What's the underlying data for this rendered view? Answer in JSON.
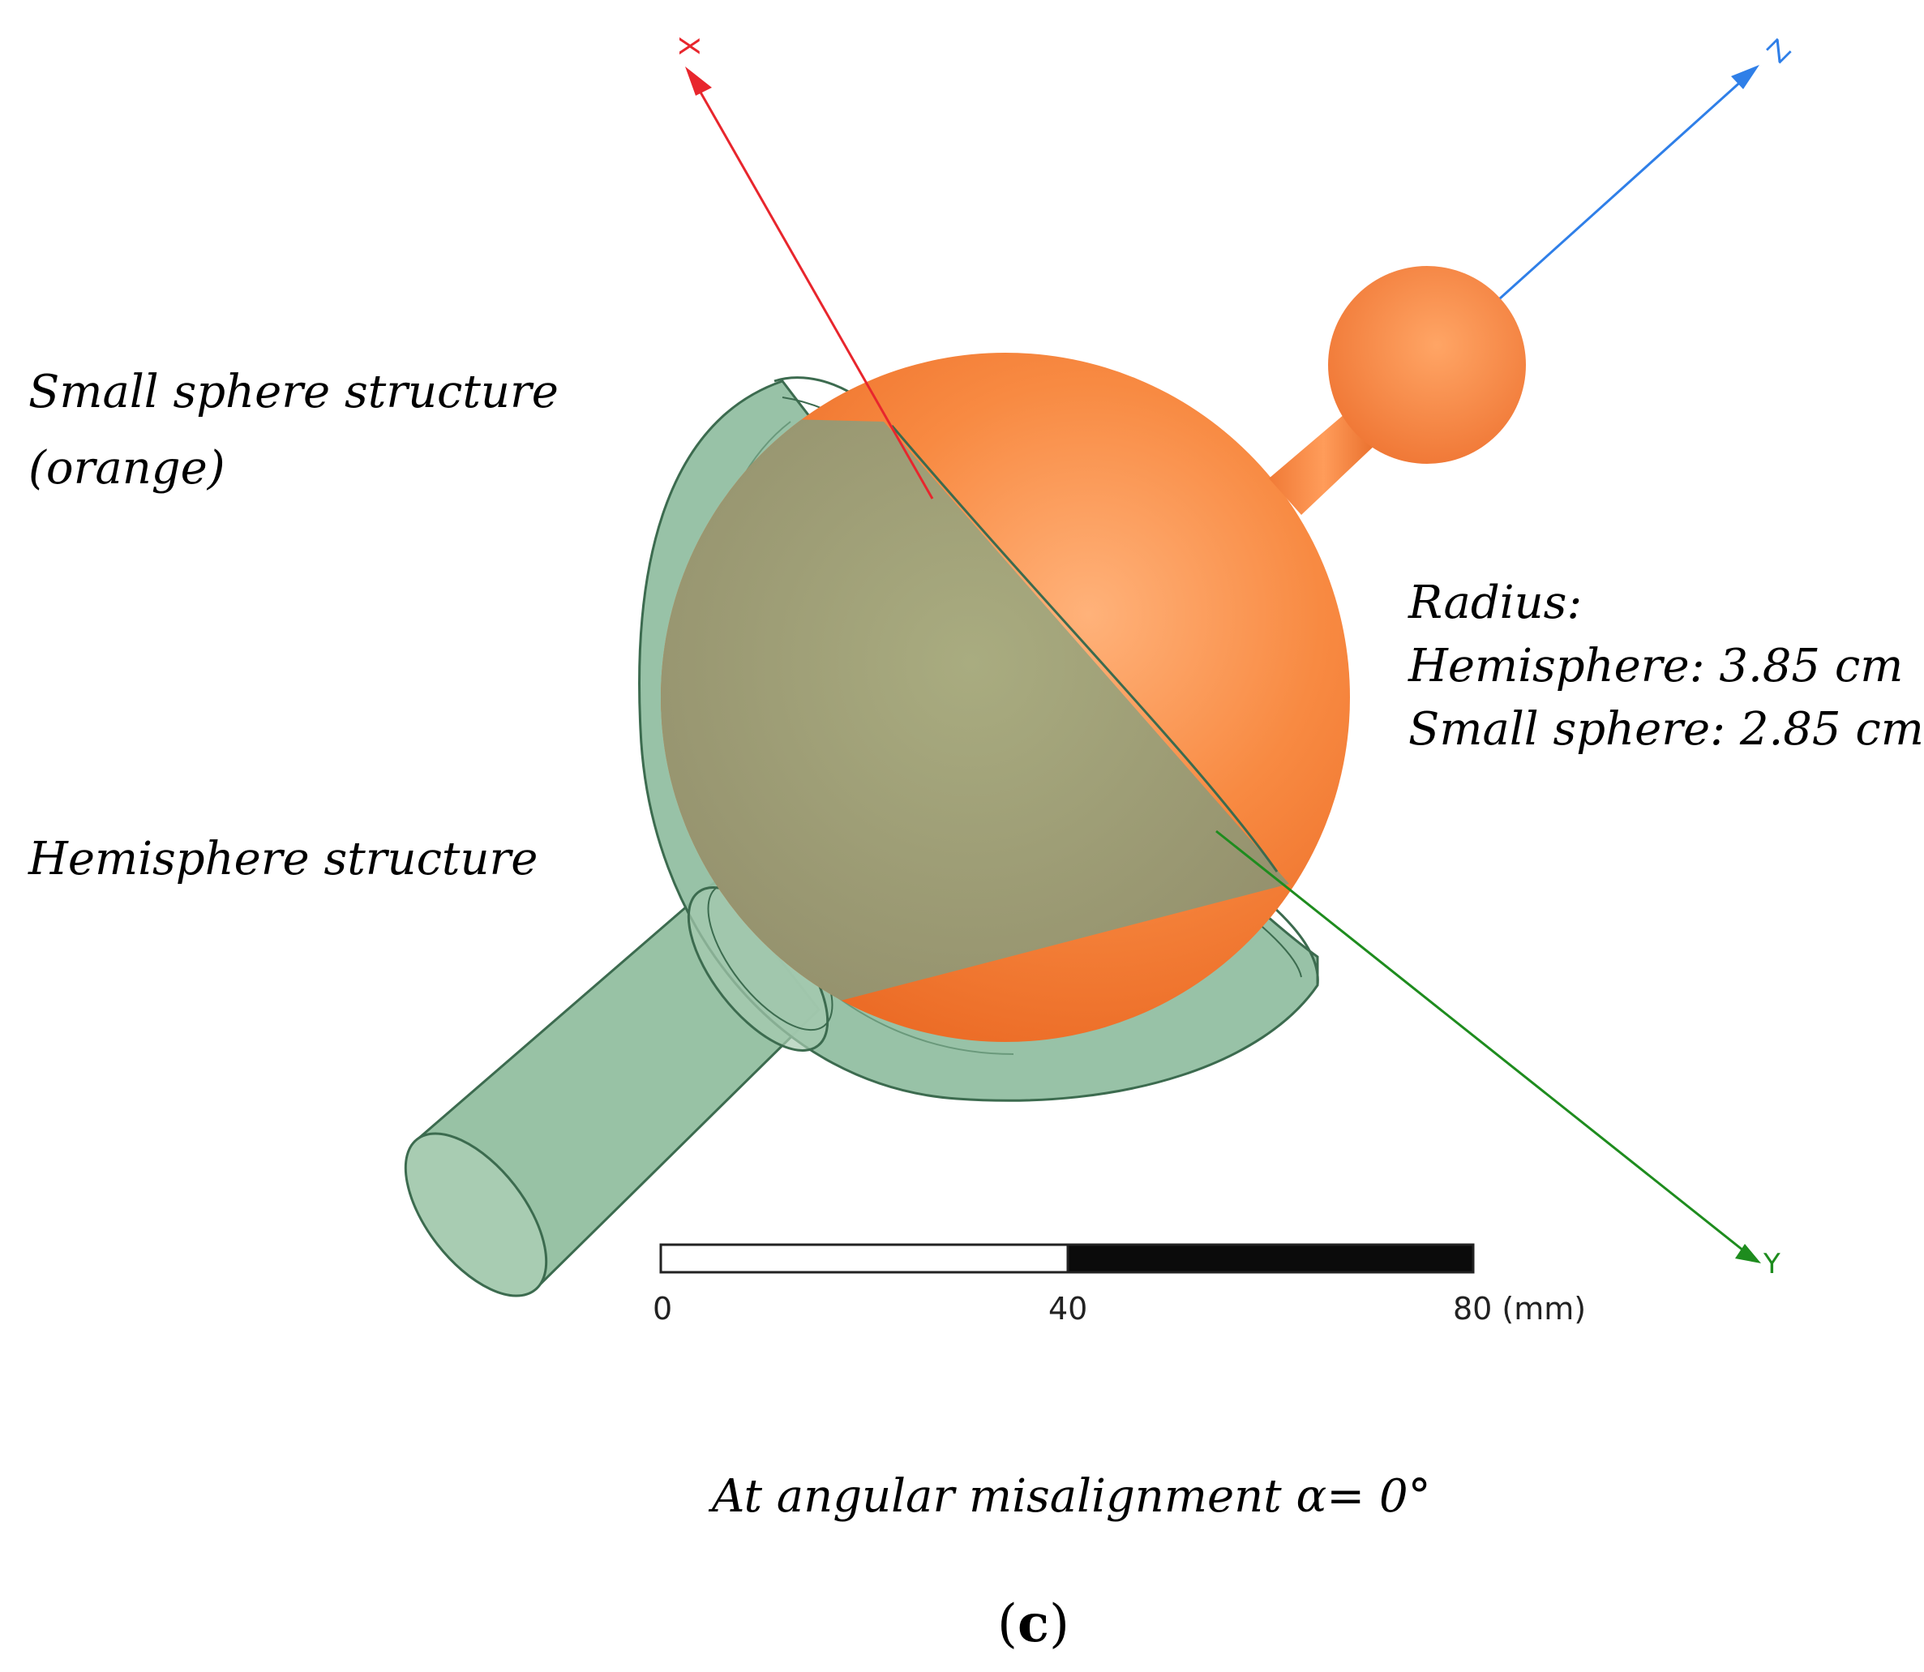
{
  "labels": {
    "small_sphere_line1": "Small sphere structure",
    "small_sphere_line2": "(orange)",
    "hemisphere": "Hemisphere structure",
    "radius_title": "Radius:",
    "radius_hemisphere": "Hemisphere: 3.85 cm",
    "radius_small_sphere": "Small sphere: 2.85 cm",
    "caption": "At angular misalignment α= 0°",
    "panel_open": "(",
    "panel_letter": "c",
    "panel_close": ")"
  },
  "axes": {
    "x": {
      "letter": "X",
      "color": "#e8262d"
    },
    "y": {
      "letter": "Y",
      "color": "#1e8c1e"
    },
    "z": {
      "letter": "Z",
      "color": "#2f7fe8"
    }
  },
  "scale_bar": {
    "ticks": [
      "0",
      "40",
      "80 (mm)"
    ],
    "values_mm": [
      0,
      40,
      80
    ]
  },
  "colors": {
    "hemisphere_fill": "#8fbea0",
    "hemisphere_edge": "#3c6b4f",
    "sphere_orange": "#f5823a",
    "sphere_overlap": "#9a9a70"
  }
}
